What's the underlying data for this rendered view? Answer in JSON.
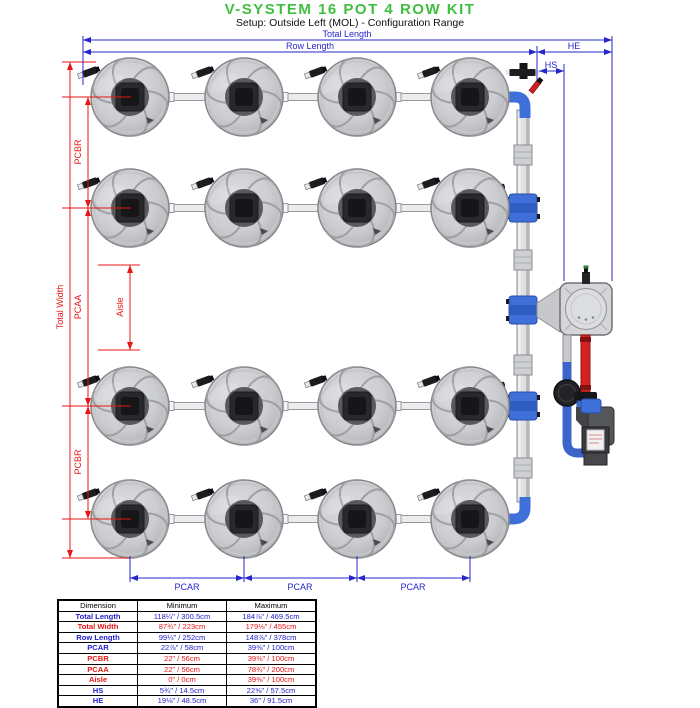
{
  "title": "V-SYSTEM 16 POT 4 ROW KIT",
  "subtitle": "Setup: Outside Left (MOL) - Configuration Range",
  "colors": {
    "accent_green": "#3fbf3f",
    "dimension_blue": "#2626cc",
    "dimension_red": "#e81515"
  },
  "diagram": {
    "labels": {
      "total_length": "Total Length",
      "row_length": "Row Length",
      "he": "HE",
      "hs": "HS",
      "total_width": "Total Width",
      "pcbr_top": "PCBR",
      "pcaa": "PCAA",
      "aisle": "Aisle",
      "pcbr_bottom": "PCBR",
      "pcar_1": "PCAR",
      "pcar_2": "PCAR",
      "pcar_3": "PCAR"
    },
    "pot_count": 16,
    "rows": 4,
    "pots_per_row": 4
  },
  "table": {
    "headers": [
      "Dimension",
      "Minimum",
      "Maximum"
    ],
    "rows": [
      {
        "name": "Total Length",
        "min": "118¼\" / 300.5cm",
        "max": "184⅞\" / 469.5cm",
        "color": "blue"
      },
      {
        "name": "Total Width",
        "min": "87¾\" / 223cm",
        "max": "179⅛\" / 455cm",
        "color": "red"
      },
      {
        "name": "Row Length",
        "min": "99¼\" / 252cm",
        "max": "148⅞\" / 378cm",
        "color": "blue"
      },
      {
        "name": "PCAR",
        "min": "22⅞\" / 58cm",
        "max": "39⅜\" / 100cm",
        "color": "blue"
      },
      {
        "name": "PCBR",
        "min": "22\" / 56cm",
        "max": "39⅜\" / 100cm",
        "color": "red"
      },
      {
        "name": "PCAA",
        "min": "22\" / 56cm",
        "max": "78¾\" / 200cm",
        "color": "red"
      },
      {
        "name": "Aisle",
        "min": "0\" / 0cm",
        "max": "39⅜\" / 100cm",
        "color": "red"
      },
      {
        "name": "HS",
        "min": "5¾\" / 14.5cm",
        "max": "22⅝\" / 57.5cm",
        "color": "blue"
      },
      {
        "name": "HE",
        "min": "19⅛\" / 48.5cm",
        "max": "36\" / 91.5cm",
        "color": "blue"
      }
    ]
  }
}
